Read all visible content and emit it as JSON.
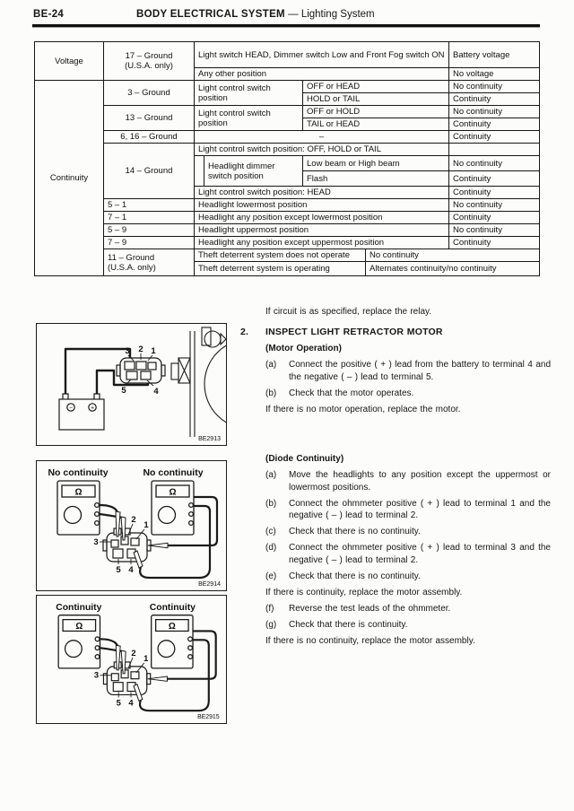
{
  "page": {
    "code": "BE-24",
    "title_bold": "BODY ELECTRICAL SYSTEM",
    "title_rest": "— Lighting System"
  },
  "table": {
    "sections": {
      "voltage": "Voltage",
      "continuity": "Continuity"
    },
    "v17": {
      "term": "17 – Ground",
      "term2": "(U.S.A. only)",
      "cond1": "Light switch HEAD, Dimmer switch Low and Front Fog switch ON",
      "res1": "Battery voltage",
      "cond2": "Any other position",
      "res2": "No voltage"
    },
    "c3": {
      "term": "3 – Ground",
      "switch": "Light control switch position",
      "pos1": "OFF or HEAD",
      "res1": "No continuity",
      "pos2": "HOLD or TAIL",
      "res2": "Continuity"
    },
    "c13": {
      "term": "13 – Ground",
      "switch": "Light control switch position",
      "pos1": "OFF or HOLD",
      "res1": "No continuity",
      "pos2": "TAIL or HEAD",
      "res2": "Continuity"
    },
    "c616": {
      "term": "6, 16 – Ground",
      "cond": "–",
      "res": "Continuity"
    },
    "c14": {
      "term": "14 – Ground",
      "cond1": "Light control switch position: OFF, HOLD or TAIL",
      "dimmer": "Headlight dimmer switch position",
      "pos1": "Low beam or High beam",
      "res1": "No continuity",
      "pos2": "Flash",
      "res2": "Continuity",
      "cond2": "Light control switch position: HEAD",
      "res3": "Continuity"
    },
    "c51": {
      "term": "5 – 1",
      "cond": "Headlight lowermost position",
      "res": "No continuity"
    },
    "c71": {
      "term": "7 – 1",
      "cond": "Headlight any position except lowermost position",
      "res": "Continuity"
    },
    "c59": {
      "term": "5 – 9",
      "cond": "Headlight uppermost position",
      "res": "No continuity"
    },
    "c79": {
      "term": "7 – 9",
      "cond": "Headlight any position except uppermost position",
      "res": "Continuity"
    },
    "c11": {
      "term": "11 – Ground",
      "term2": "(U.S.A. only)",
      "cond1": "Theft deterrent system does not operate",
      "res1": "No continuity",
      "cond2": "Theft deterrent system is operating",
      "res2": "Alternates continuity/no continuity"
    }
  },
  "section2": {
    "intro": "If circuit is as specified, replace the relay.",
    "number": "2.",
    "title": "INSPECT LIGHT RETRACTOR MOTOR",
    "motor": {
      "heading": "(Motor Operation)",
      "steps": [
        {
          "label": "(a)",
          "text": "Connect the positive ( + ) lead from the battery to terminal 4 and the negative ( – ) lead to terminal 5."
        },
        {
          "label": "(b)",
          "text": "Check that the motor operates."
        }
      ],
      "note": "If there is no motor operation, replace the motor."
    },
    "diode": {
      "heading": "(Diode Continuity)",
      "steps": [
        {
          "label": "(a)",
          "text": "Move the headlights to any position except the uppermost or lowermost positions."
        },
        {
          "label": "(b)",
          "text": "Connect the ohmmeter positive ( + ) lead to terminal 1 and the negative ( – ) lead to terminal 2."
        },
        {
          "label": "(c)",
          "text": "Check that there is no continuity."
        },
        {
          "label": "(d)",
          "text": "Connect the ohmmeter positive ( + ) lead to terminal 3 and the negative ( – ) lead to terminal 2."
        },
        {
          "label": "(e)",
          "text": "Check that there is no continuity."
        }
      ],
      "note1": "If there is continuity, replace the motor assembly.",
      "steps2": [
        {
          "label": "(f)",
          "text": "Reverse the test leads of the ohmmeter."
        },
        {
          "label": "(g)",
          "text": "Check that there is continuity."
        }
      ],
      "note2": "If there is no continuity, replace the motor assembly."
    }
  },
  "figures": {
    "ohm_symbol": "Ω",
    "terminals": {
      "n1": "1",
      "n2": "2",
      "n3": "3",
      "n4": "4",
      "n5": "5"
    },
    "fig1": {
      "id": "BE2913",
      "battery_neg": "−",
      "battery_pos": "+"
    },
    "fig2": {
      "id": "BE2914",
      "label_left": "No continuity",
      "label_right": "No continuity"
    },
    "fig3": {
      "id": "BE2915",
      "label_left": "Continuity",
      "label_right": "Continuity"
    }
  },
  "colors": {
    "ink": "#161616",
    "paper": "#fcfcfa"
  }
}
